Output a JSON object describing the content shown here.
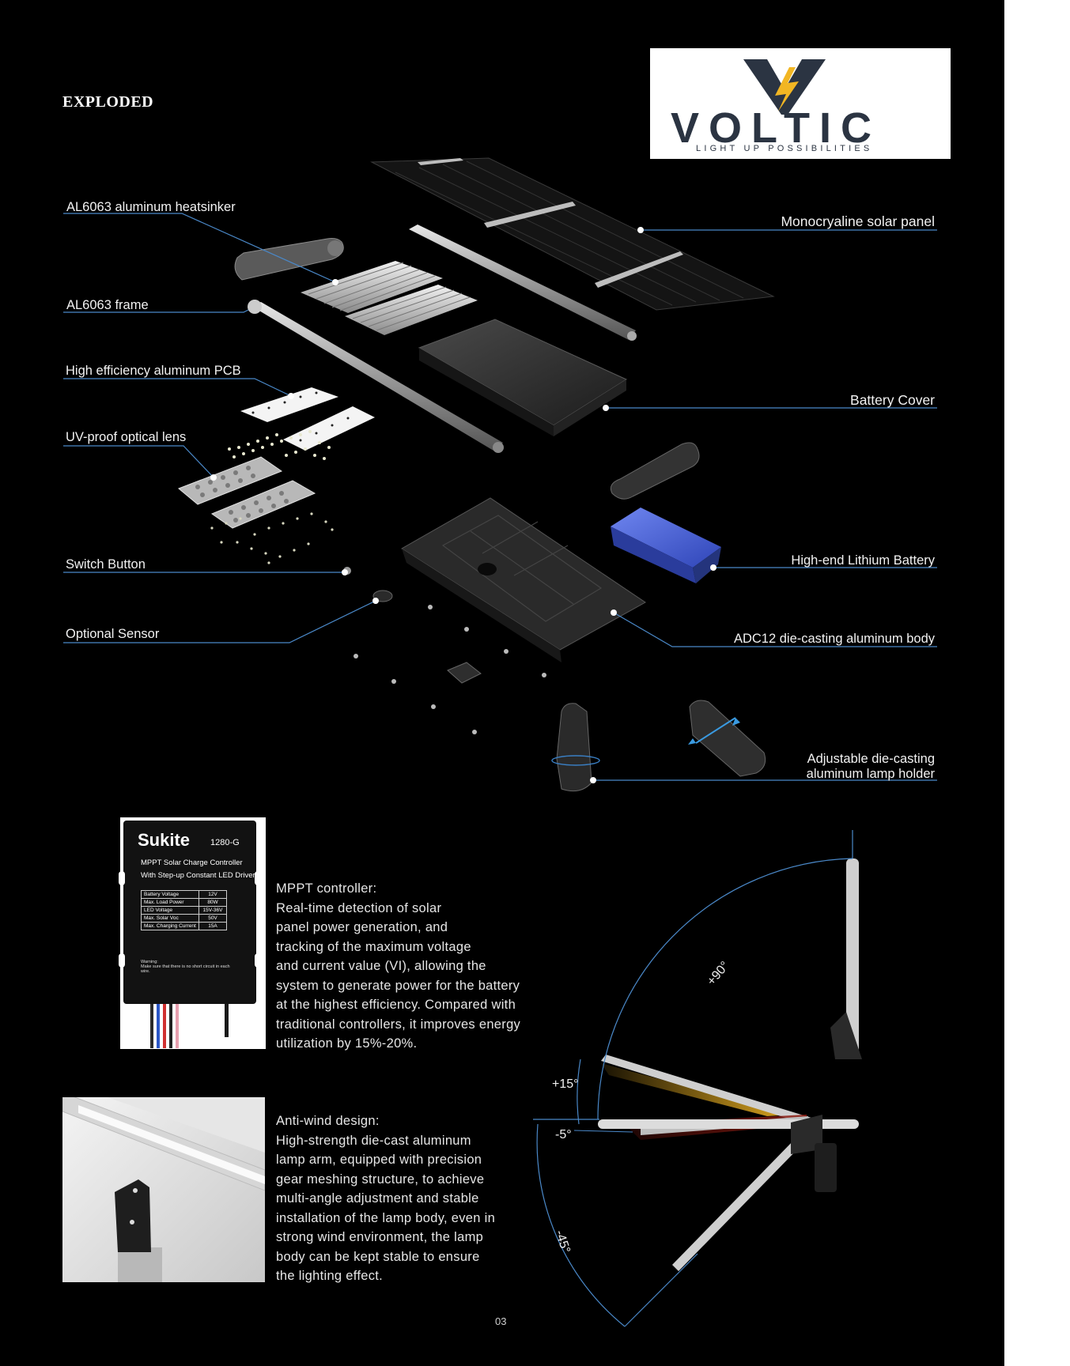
{
  "page": {
    "heading": "EXPLODED",
    "page_number": "03"
  },
  "logo": {
    "word": "VOLTIC",
    "tagline": "LIGHT UP POSSIBILITIES"
  },
  "exploded_labels": {
    "heatsinker": "AL6063 aluminum heatsinker",
    "frame": "AL6063 frame",
    "pcb": "High efficiency aluminum PCB",
    "lens": "UV-proof optical lens",
    "switch": "Switch Button",
    "sensor": "Optional Sensor",
    "solar_panel": "Monocryaline solar panel",
    "battery_cover": "Battery Cover",
    "battery": "High-end  Lithium Battery",
    "body": "ADC12 die-casting aluminum body",
    "holder_line1": "Adjustable die-casting",
    "holder_line2": "aluminum lamp holder"
  },
  "controller": {
    "brand": "Sukite",
    "model": "1280-G",
    "title_line1": "MPPT Solar Charge Controller",
    "title_line2": "With Step-up Constant LED Driver",
    "specs": [
      {
        "name": "Battery Voltage",
        "value": "12V"
      },
      {
        "name": "Max. Load Power",
        "value": "80W"
      },
      {
        "name": "LED Voltage",
        "value": "15V-36V"
      },
      {
        "name": "Max. Solar Voc",
        "value": "50V"
      },
      {
        "name": "Max. Charging Current",
        "value": "15A"
      }
    ],
    "warning_title": "Warning:",
    "warning_text": "Make sure that there is no short circuit in each wire."
  },
  "mppt": {
    "title": "MPPT controller:",
    "lines": [
      "Real-time detection of solar",
      "panel power generation, and",
      "tracking of the maximum voltage",
      "and current value (VI), allowing the",
      "system to generate power for the battery",
      "at the highest efficiency. Compared with",
      "traditional controllers, it improves energy",
      "utilization by 15%-20%."
    ]
  },
  "antiwind": {
    "title": "Anti-wind design:",
    "lines": [
      "High-strength die-cast aluminum",
      "lamp arm, equipped with precision",
      "gear meshing structure, to achieve",
      "multi-angle adjustment and stable",
      "installation of the lamp body, even in",
      "strong wind environment, the lamp",
      "body can be kept stable to ensure",
      "the lighting effect."
    ]
  },
  "angles": {
    "plus90": "+90°",
    "plus15": "+15°",
    "minus5": "-5°",
    "minus45": "-45°"
  },
  "colors": {
    "background": "#000000",
    "leader_line": "#4a88c8",
    "accent_yellow": "#f2b623",
    "battery_blue": "#3c5ad6",
    "text": "#f2f2f2"
  }
}
